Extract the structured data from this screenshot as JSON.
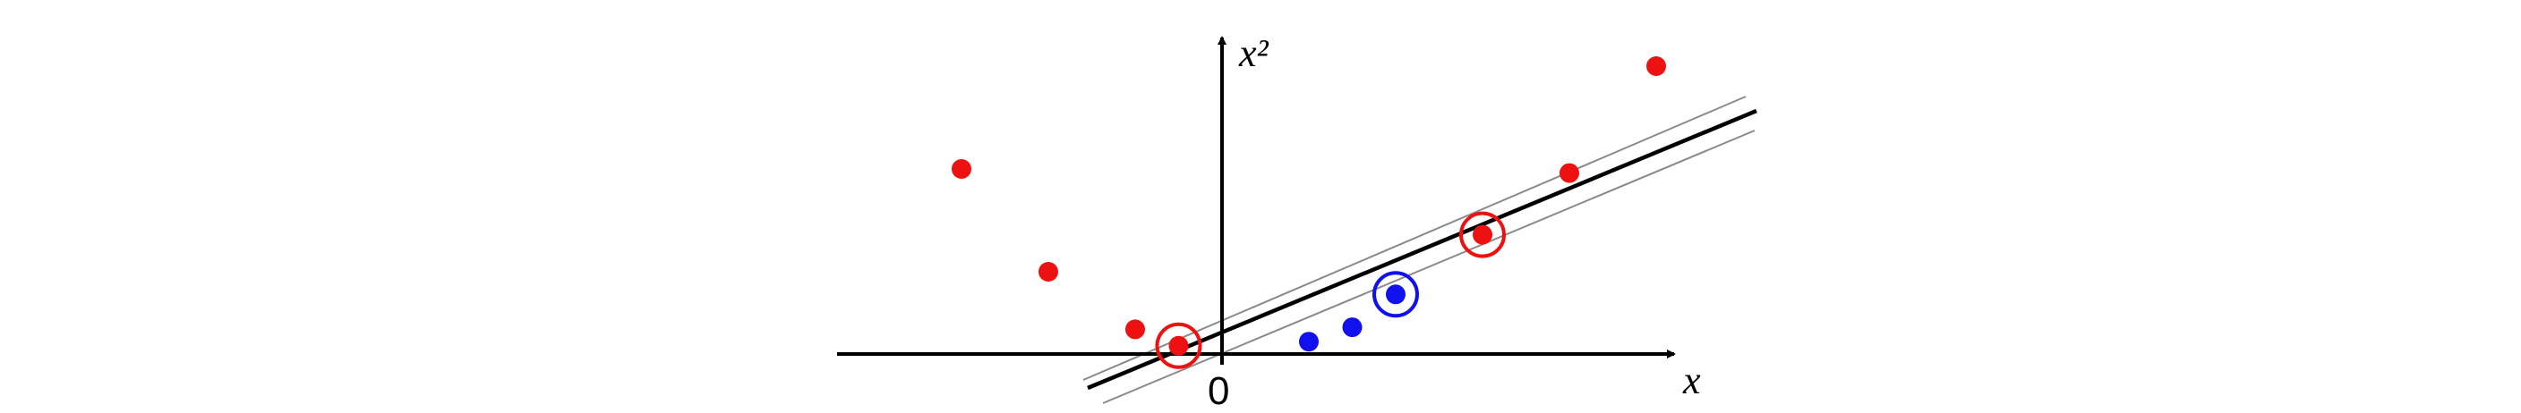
{
  "diagram": {
    "labels": {
      "x_axis": "x",
      "y_axis": "x²",
      "origin": "0"
    },
    "colors": {
      "class_positive": "#ee1111",
      "class_negative": "#1111ee",
      "axes": "#000000",
      "decision_boundary": "#000000",
      "margin_lines": "#8a8a8a"
    },
    "points": [
      {
        "class": "red",
        "x": -3.0,
        "y": 9.0
      },
      {
        "class": "red",
        "x": -2.0,
        "y": 4.0
      },
      {
        "class": "red",
        "x": -1.0,
        "y": 1.2
      },
      {
        "class": "red",
        "x": -0.5,
        "y": 0.4,
        "support_vector": true
      },
      {
        "class": "blue",
        "x": 1.0,
        "y": 0.6
      },
      {
        "class": "blue",
        "x": 1.5,
        "y": 1.3
      },
      {
        "class": "blue",
        "x": 2.0,
        "y": 2.9,
        "support_vector": true
      },
      {
        "class": "red",
        "x": 3.0,
        "y": 5.8,
        "support_vector": true
      },
      {
        "class": "red",
        "x": 4.0,
        "y": 8.8
      },
      {
        "class": "red",
        "x": 5.0,
        "y": 14.0
      }
    ]
  }
}
